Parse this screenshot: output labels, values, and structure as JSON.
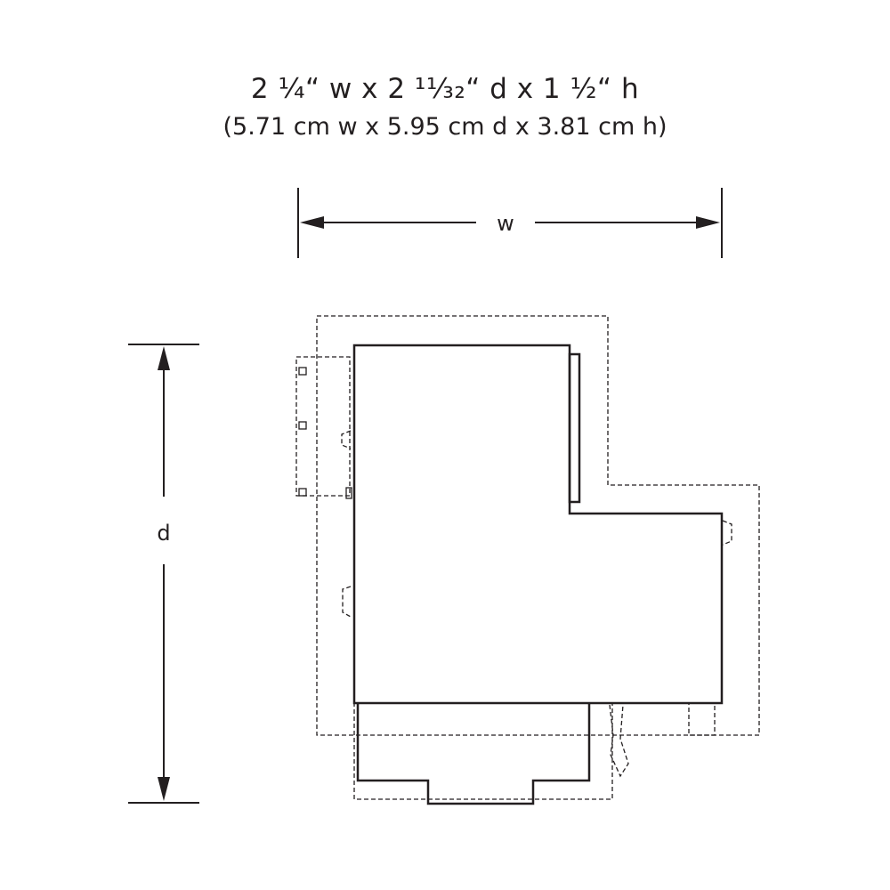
{
  "title": {
    "imperial": "2 ¼“ w x 2 ¹¹⁄₃₂“ d x 1 ½“ h",
    "metric": "(5.71 cm w x 5.95 cm d x 3.81 cm h)"
  },
  "dimensions": {
    "width_label": "w",
    "depth_label": "d"
  }
}
